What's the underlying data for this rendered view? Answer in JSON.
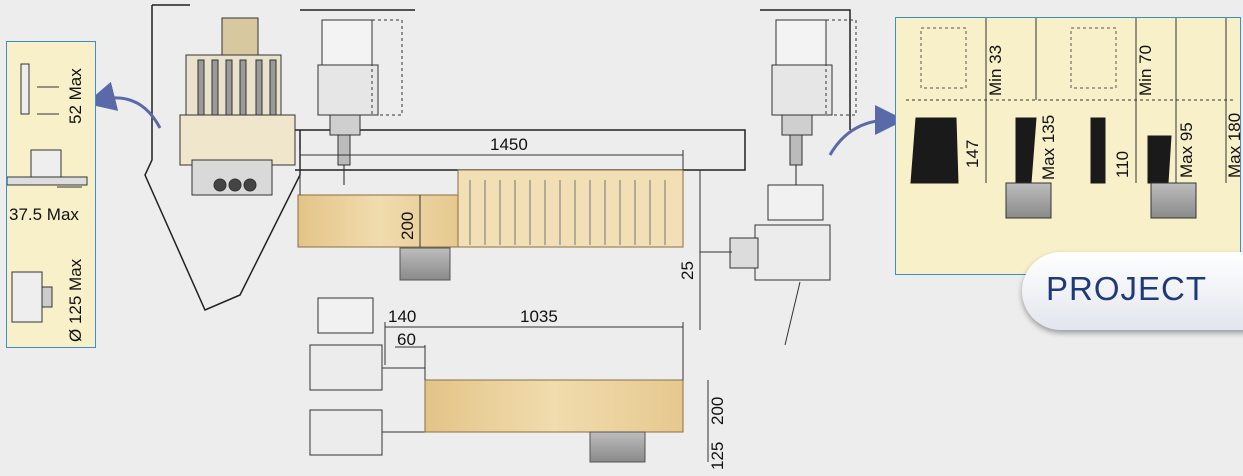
{
  "diagram": {
    "left_panel": {
      "labels": {
        "l1": "52 Max",
        "l2": "37.5 Max",
        "l3": "Ø 125 Max"
      }
    },
    "right_panel": {
      "labels": {
        "min33": "Min 33",
        "min70": "Min 70",
        "d147": "147",
        "max135": "Max 135",
        "d110": "110",
        "max95": "Max 95",
        "max180": "Max 180"
      }
    },
    "main": {
      "labels": {
        "d1450": "1450",
        "d200a": "200",
        "d25": "25",
        "d140": "140",
        "d60": "60",
        "d1035": "1035",
        "d200b": "200",
        "d125": "125"
      }
    },
    "badge": {
      "label": "PROJECT"
    }
  }
}
